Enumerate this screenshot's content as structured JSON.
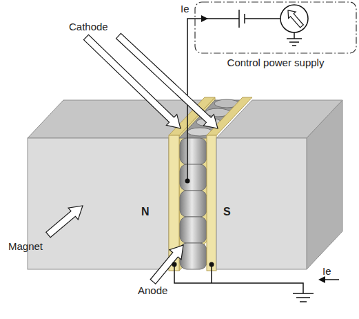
{
  "diagram": {
    "nodes": [
      {
        "text": [
          "Control power supply"
        ]
      }
    ],
    "labels": [
      "Ie",
      "Cathode",
      "N",
      "S",
      "Magnet",
      "Anode",
      "Ie"
    ]
  }
}
